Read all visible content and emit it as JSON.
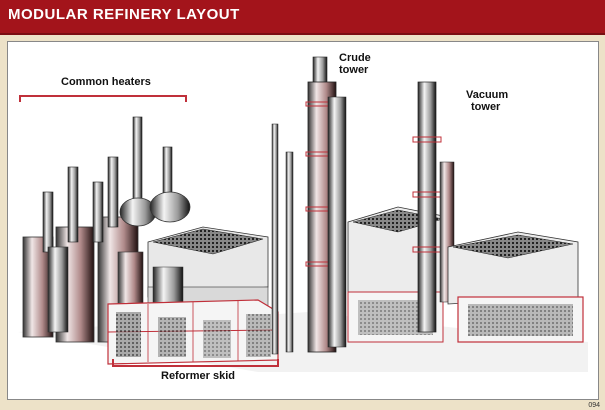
{
  "header": {
    "title": "MODULAR REFINERY LAYOUT",
    "color": "#a3141b"
  },
  "labels": {
    "common_heaters": "Common heaters",
    "crude_tower_line1": "Crude",
    "crude_tower_line2": "tower",
    "vacuum_tower_line1": "Vacuum",
    "vacuum_tower_line2": "tower",
    "reformer_skid": "Reformer skid"
  },
  "figure_code": "094",
  "accent_color": "#c0303a"
}
